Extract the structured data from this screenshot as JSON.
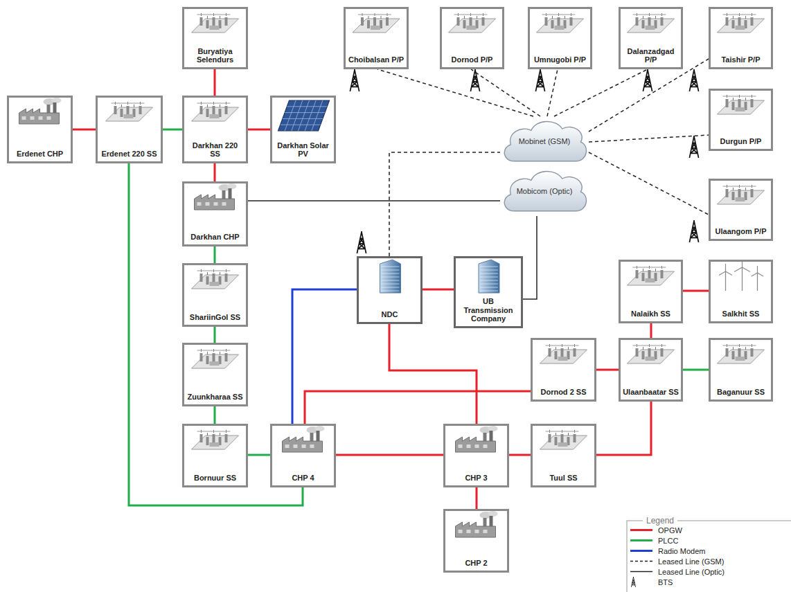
{
  "diagram": {
    "nodes": [
      {
        "text": [
          "Buryatiya Selendurs"
        ]
      },
      {
        "text": [
          "Choibalsan P/P"
        ]
      },
      {
        "text": [
          "Dornod P/P"
        ]
      },
      {
        "text": [
          "Umnugobi P/P"
        ]
      },
      {
        "text": [
          "Dalanzadgad P/P"
        ]
      },
      {
        "text": [
          "Taishir P/P"
        ]
      },
      {
        "text": [
          "Erdenet CHP"
        ]
      },
      {
        "text": [
          "Erdenet 220 SS"
        ]
      },
      {
        "text": [
          "Darkhan 220 SS"
        ]
      },
      {
        "text": [
          "Darkhan Solar PV"
        ]
      },
      {
        "text": [
          "Durgun P/P"
        ]
      },
      {
        "text": [
          "Mobinet (GSM)"
        ]
      },
      {
        "text": [
          "Mobicom (Optic)"
        ]
      },
      {
        "text": [
          "Darkhan CHP"
        ]
      },
      {
        "text": [
          "Ulaangom P/P"
        ]
      },
      {
        "text": [
          "NDC"
        ]
      },
      {
        "text": [
          "UB Transmission Company"
        ]
      },
      {
        "text": [
          "ShariinGol SS"
        ]
      },
      {
        "text": [
          "Nalaikh SS"
        ]
      },
      {
        "text": [
          "Salkhit SS"
        ]
      },
      {
        "text": [
          "Dornod 2 SS"
        ]
      },
      {
        "text": [
          "Ulaanbaatar SS"
        ]
      },
      {
        "text": [
          "Baganuur SS"
        ]
      },
      {
        "text": [
          "Zuunkharaa SS"
        ]
      },
      {
        "text": [
          "Bornuur SS"
        ]
      },
      {
        "text": [
          "CHP 4"
        ]
      },
      {
        "text": [
          "CHP 3"
        ]
      },
      {
        "text": [
          "Tuul SS"
        ]
      },
      {
        "text": [
          "CHP 2"
        ]
      }
    ],
    "edges": [
      {
        "from": 6,
        "to": 7,
        "arrow": "none"
      },
      {
        "from": 7,
        "to": 8,
        "arrow": "none"
      },
      {
        "from": 0,
        "to": 8,
        "arrow": "none"
      },
      {
        "from": 8,
        "to": 9,
        "arrow": "none"
      },
      {
        "from": 8,
        "to": 13,
        "arrow": "none"
      },
      {
        "from": 13,
        "to": 17,
        "arrow": "none"
      },
      {
        "from": 17,
        "to": 23,
        "arrow": "none"
      },
      {
        "from": 23,
        "to": 24,
        "arrow": "none"
      },
      {
        "from": 24,
        "to": 25,
        "arrow": "none"
      },
      {
        "from": 7,
        "to": 25,
        "arrow": "none"
      },
      {
        "from": 25,
        "to": 15,
        "arrow": "none"
      },
      {
        "from": 15,
        "to": 16,
        "arrow": "none"
      },
      {
        "from": 15,
        "to": 26,
        "arrow": "none"
      },
      {
        "from": 25,
        "to": 26,
        "arrow": "none"
      },
      {
        "from": 26,
        "to": 27,
        "arrow": "none"
      },
      {
        "from": 26,
        "to": 28,
        "arrow": "none"
      },
      {
        "from": 25,
        "to": 20,
        "arrow": "none"
      },
      {
        "from": 20,
        "to": 21,
        "arrow": "none"
      },
      {
        "from": 18,
        "to": 19,
        "arrow": "none"
      },
      {
        "from": 18,
        "to": 21,
        "arrow": "none"
      },
      {
        "from": 27,
        "to": 21,
        "arrow": "none"
      },
      {
        "from": 21,
        "to": 22,
        "arrow": "none"
      },
      {
        "from": 13,
        "to": 12,
        "arrow": "none"
      },
      {
        "from": 12,
        "to": 16,
        "arrow": "none"
      },
      {
        "from": 15,
        "to": 11,
        "arrow": "none"
      },
      {
        "from": 11,
        "to": 1,
        "arrow": "none"
      },
      {
        "from": 11,
        "to": 2,
        "arrow": "none"
      },
      {
        "from": 11,
        "to": 3,
        "arrow": "none"
      },
      {
        "from": 11,
        "to": 4,
        "arrow": "none"
      },
      {
        "from": 11,
        "to": 5,
        "arrow": "none"
      },
      {
        "from": 11,
        "to": 10,
        "arrow": "none"
      },
      {
        "from": 11,
        "to": 14,
        "arrow": "none"
      }
    ],
    "labels": [
      "Legend"
    ],
    "legend": [
      {
        "text": "OPGW"
      },
      {
        "text": "PLCC"
      },
      {
        "text": "Radio Modem"
      },
      {
        "text": "Leased Line (GSM)"
      },
      {
        "text": "Leased Line (Optic)"
      },
      {
        "text": "BTS"
      }
    ]
  }
}
